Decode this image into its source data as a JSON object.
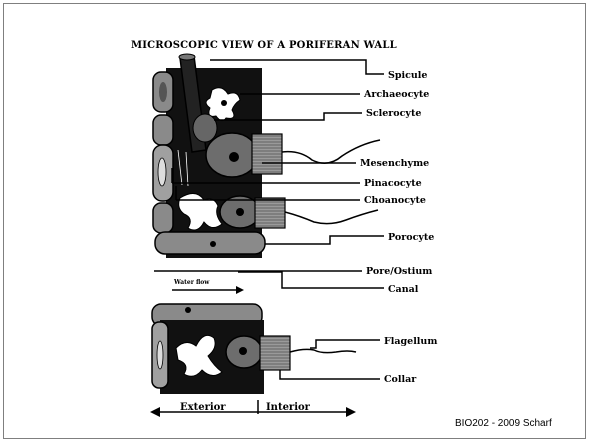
{
  "slide": {
    "title": "MICROSCOPIC VIEW OF A PORIFERAN WALL",
    "footer": "BIO202 - 2009 Scharf"
  },
  "labels": {
    "spicule": "Spicule",
    "archaeocyte": "Archaeocyte",
    "sclerocyte": "Sclerocyte",
    "mesenchyme": "Mesenchyme",
    "pinacocyte": "Pinacocyte",
    "choanocyte": "Choanocyte",
    "porocyte": "Porocyte",
    "pore_ostium": "Pore/Ostium",
    "canal": "Canal",
    "water_flow": "Water flow",
    "flagellum": "Flagellum",
    "collar": "Collar",
    "exterior": "Exterior",
    "interior": "Interior"
  }
}
